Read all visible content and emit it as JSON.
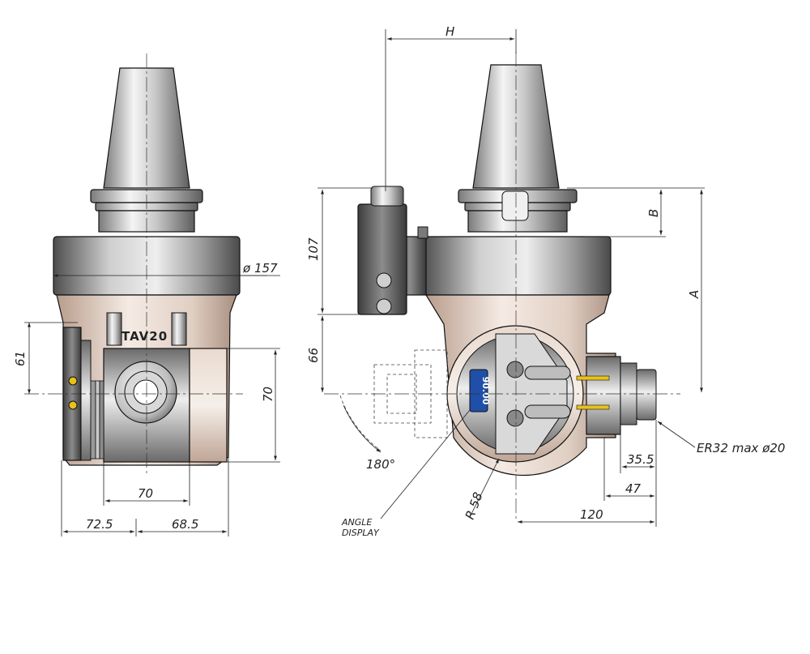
{
  "labels": {
    "h": "H",
    "b": "B",
    "a": "A",
    "d107": "107",
    "d66": "66",
    "d61": "61",
    "d70_vertical": "70",
    "d70_horizontal": "70",
    "d72_5": "72.5",
    "d68_5": "68.5",
    "dia157": "ø 157",
    "model": "TAV20",
    "angle180": "180°",
    "r58": "R 58",
    "angle_display_line1": "ANGLE",
    "angle_display_line2": "DISPLAY",
    "display_value": "90.00",
    "d35_5": "35.5",
    "d47": "47",
    "d120": "120",
    "collet": "ER32 max ø20"
  },
  "colors": {
    "steel_light": "#f2f2f2",
    "steel_mid": "#b8b8b8",
    "steel_dark": "#6e6e6e",
    "flange_dark": "#5c5c5c",
    "housing_light": "#efe4dc",
    "housing_dark": "#c9b2a4",
    "display_blue": "#1f4fa8",
    "accent_yellow": "#e8c21a",
    "line": "#222222"
  }
}
